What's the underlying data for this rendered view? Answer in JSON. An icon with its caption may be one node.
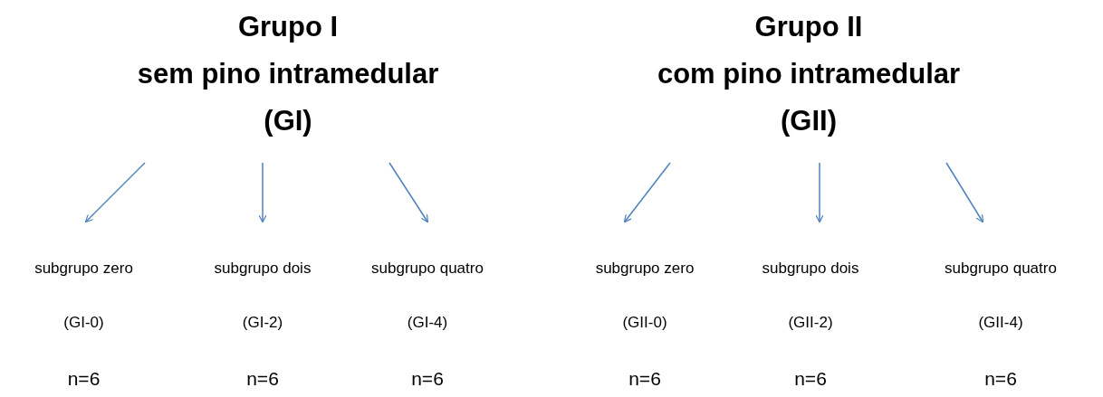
{
  "diagram": {
    "nodes": [
      {
        "text": [
          "Grupo I",
          "sem pino intramedular",
          "(GI)"
        ]
      },
      {
        "text": [
          "Grupo II",
          "com pino intramedular",
          "(GII)"
        ]
      },
      {
        "text": [
          "subgrupo zero",
          "(GI-0)",
          "n=6"
        ]
      },
      {
        "text": [
          "subgrupo dois",
          "(GI-2)",
          "n=6"
        ]
      },
      {
        "text": [
          "subgrupo quatro",
          "(GI-4)",
          "n=6"
        ]
      },
      {
        "text": [
          "subgrupo zero",
          "(GII-0)",
          "n=6"
        ]
      },
      {
        "text": [
          "subgrupo dois",
          "(GII-2)",
          "n=6"
        ]
      },
      {
        "text": [
          "subgrupo quatro",
          "(GII-4)",
          "n=6"
        ]
      }
    ],
    "edges": [
      {
        "from": 0,
        "to": 2,
        "arrow": "to"
      },
      {
        "from": 0,
        "to": 3,
        "arrow": "to"
      },
      {
        "from": 0,
        "to": 4,
        "arrow": "to"
      },
      {
        "from": 1,
        "to": 5,
        "arrow": "to"
      },
      {
        "from": 1,
        "to": 6,
        "arrow": "to"
      },
      {
        "from": 1,
        "to": 7,
        "arrow": "to"
      }
    ]
  }
}
